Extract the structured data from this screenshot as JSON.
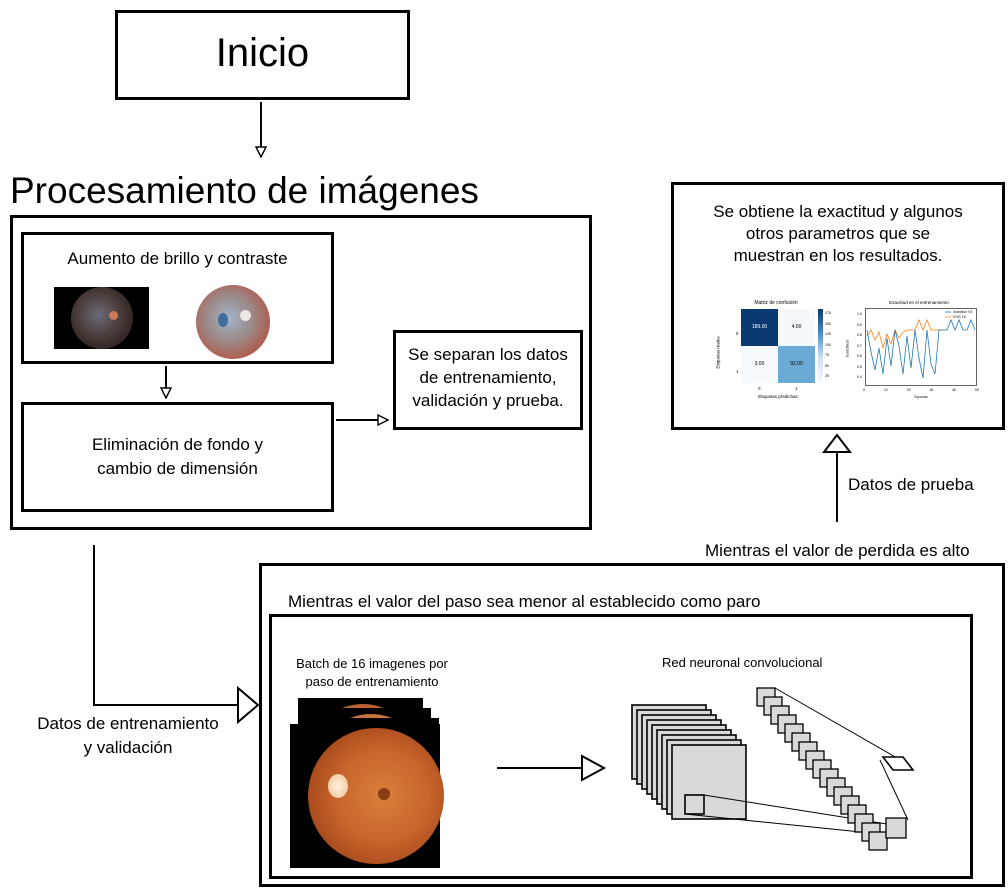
{
  "start": {
    "label": "Inicio"
  },
  "processing": {
    "title": "Procesamiento de imágenes",
    "step1": "Aumento de brillo y contraste",
    "step2": "Eliminación de fondo y\ncambio de dimensión",
    "split": "Se separan los datos\nde entrenamiento,\nvalidación y prueba."
  },
  "results": {
    "text": "Se obtiene la exactitud y algunos\notros parametros que se\nmuestran en los resultados.",
    "confusion": {
      "title": "Matriz de confusión",
      "xlabel": "Etiquetas predichas",
      "ylabel": "Etiquetas reales",
      "cells": [
        "189.00",
        "4.00",
        "3.00",
        "92.00"
      ],
      "colorbar_ticks": [
        "175",
        "150",
        "125",
        "100",
        "75",
        "50",
        "25"
      ],
      "row_ticks": [
        "0",
        "1"
      ],
      "col_ticks": [
        "0",
        "1"
      ]
    },
    "accuracy": {
      "title": "Exactitud en el entrenamiento",
      "xlabel": "Epocas",
      "ylabel": "Exactitud",
      "legend": [
        "Inception V4",
        "VGG 16"
      ],
      "yticks": [
        "1.0",
        "0.9",
        "0.8",
        "0.7",
        "0.6",
        "0.5",
        "0.4"
      ],
      "xticks": [
        "0",
        "10",
        "20",
        "30",
        "40",
        "50"
      ]
    }
  },
  "flow": {
    "test_data": "Datos de prueba",
    "loss_condition": "Mientras el valor de perdida es alto",
    "train_val": "Datos de entrenamiento\ny validación"
  },
  "training": {
    "step_condition": "Mientras el valor del paso sea menor al establecido como paro",
    "batch": "Batch de 16 imagenes por\npaso de entrenamiento",
    "cnn": "Red neuronal convolucional"
  },
  "colors": {
    "dark_blue": "#0b3a73",
    "light_blue": "#6aaad4",
    "orange": "#ff7f0e",
    "blue_line": "#1f77b4",
    "retina": "#c8652c"
  }
}
